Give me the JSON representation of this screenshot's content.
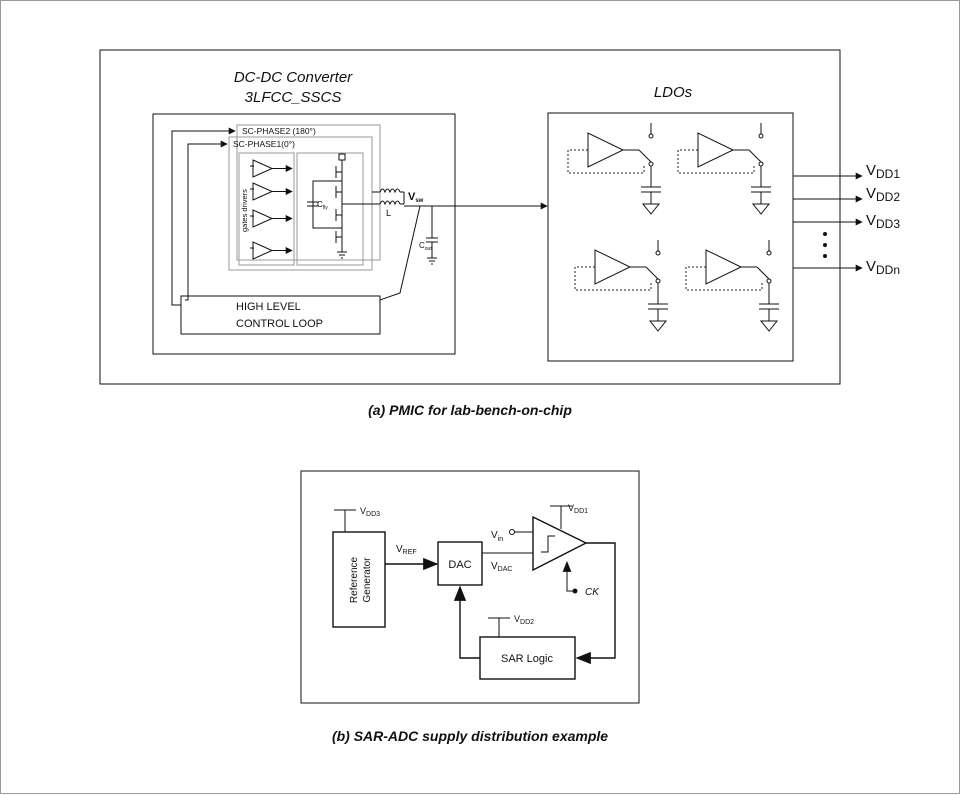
{
  "figure_a": {
    "dcdc_title": "DC-DC  Converter",
    "dcdc_subtitle": "3LFCC_SSCS",
    "ldo_title": "LDOs",
    "sc_phase2": "SC-PHASE2 (180°)",
    "sc_phase1": "SC-PHASE1(0°)",
    "gates_drivers": "gates drivers",
    "cfly_label": "C",
    "cfly_sub": "fly",
    "inductor_label": "L",
    "vsw_main": "V",
    "vsw_sub": "sw",
    "cout_main": "C",
    "cout_sub": "out",
    "control_line1": "HIGH LEVEL",
    "control_line2": "CONTROL LOOP",
    "outputs": [
      {
        "main": "V",
        "sub": "DD1"
      },
      {
        "main": "V",
        "sub": "DD2"
      },
      {
        "main": "V",
        "sub": "DD3"
      },
      {
        "main": "V",
        "sub": "DDn"
      }
    ],
    "caption": "(a) PMIC for lab-bench-on-chip"
  },
  "figure_b": {
    "vdd3_main": "V",
    "vdd3_sub": "DD3",
    "vdd1_main": "V",
    "vdd1_sub": "DD1",
    "vdd2_main": "V",
    "vdd2_sub": "DD2",
    "ref_gen_line1": "Reference",
    "ref_gen_line2": "Generator",
    "vref_main": "V",
    "vref_sub": "REF",
    "dac_label": "DAC",
    "vin_main": "V",
    "vin_sub": "in",
    "vdac_main": "V",
    "vdac_sub": "DAC",
    "ck_label": "CK",
    "sar_label": "SAR Logic",
    "caption": "(b) SAR-ADC supply distribution example"
  }
}
